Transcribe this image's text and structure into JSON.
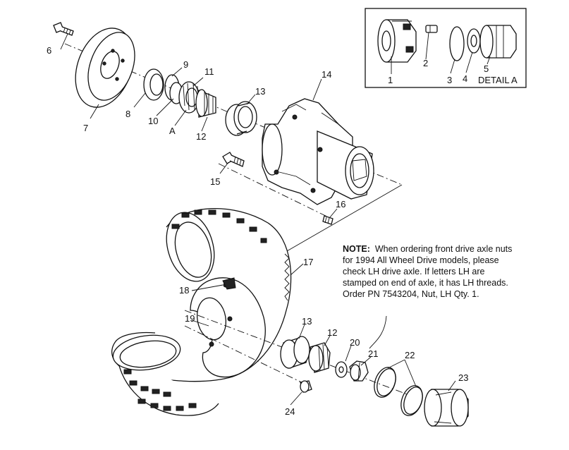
{
  "note": {
    "heading": "NOTE:",
    "lines": [
      "When ordering front drive axle nuts",
      "for 1994 All Wheel Drive models, please",
      "check LH drive axle.  If letters LH are",
      "stamped on end of axle, it has LH threads.",
      "Order PN 7543204, Nut, LH Qty. 1."
    ]
  },
  "detail": {
    "title": "DETAIL A"
  },
  "callouts": [
    {
      "id": "1",
      "text": "1"
    },
    {
      "id": "2",
      "text": "2"
    },
    {
      "id": "3",
      "text": "3"
    },
    {
      "id": "4",
      "text": "4"
    },
    {
      "id": "5",
      "text": "5"
    },
    {
      "id": "6",
      "text": "6"
    },
    {
      "id": "7",
      "text": "7"
    },
    {
      "id": "8",
      "text": "8"
    },
    {
      "id": "9",
      "text": "9"
    },
    {
      "id": "10",
      "text": "10"
    },
    {
      "id": "11",
      "text": "11"
    },
    {
      "id": "A",
      "text": "A"
    },
    {
      "id": "12a",
      "text": "12"
    },
    {
      "id": "13a",
      "text": "13"
    },
    {
      "id": "14",
      "text": "14"
    },
    {
      "id": "15",
      "text": "15"
    },
    {
      "id": "16",
      "text": "16"
    },
    {
      "id": "17",
      "text": "17"
    },
    {
      "id": "18",
      "text": "18"
    },
    {
      "id": "19",
      "text": "19"
    },
    {
      "id": "13b",
      "text": "13"
    },
    {
      "id": "12b",
      "text": "12"
    },
    {
      "id": "20",
      "text": "20"
    },
    {
      "id": "21",
      "text": "21"
    },
    {
      "id": "22",
      "text": "22"
    },
    {
      "id": "23",
      "text": "23"
    },
    {
      "id": "24",
      "text": "24"
    }
  ]
}
